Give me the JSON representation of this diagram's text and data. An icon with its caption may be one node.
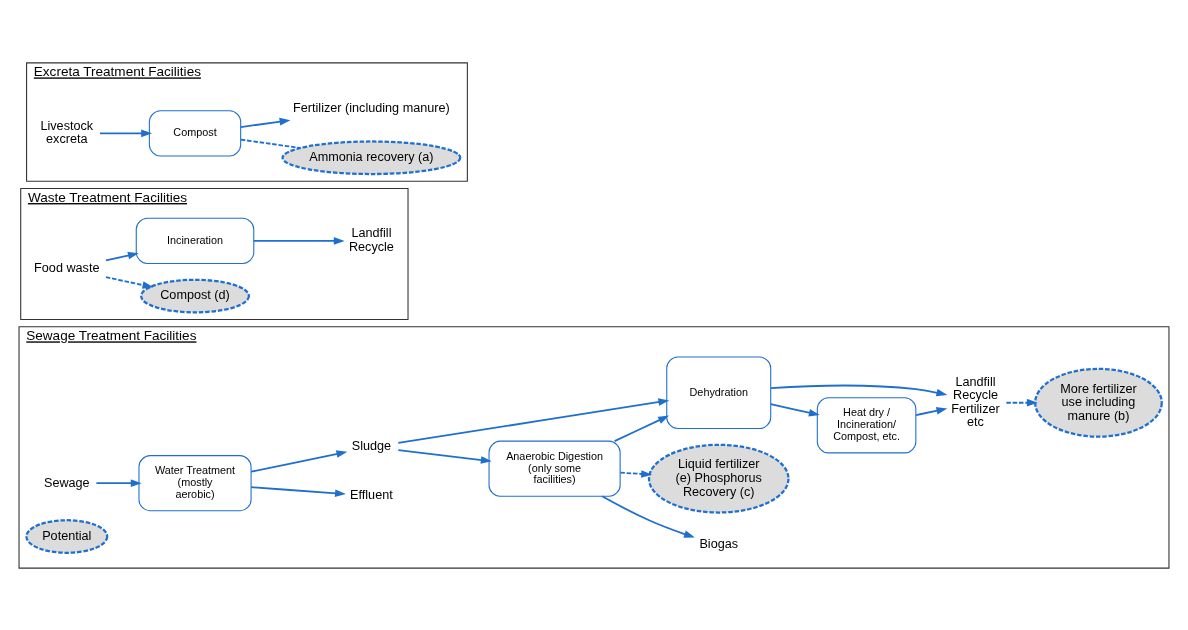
{
  "diagram": {
    "nodes": [
      {
        "text": [
          "Sewage Treatment Facilities"
        ]
      },
      {
        "text": [
          "Sewage"
        ],
        "in": 0
      },
      {
        "text": [
          "Water Treatment (mostly aerobic)"
        ],
        "in": 0
      },
      {
        "text": [
          "Effluent"
        ],
        "in": 0
      },
      {
        "text": [
          "Sludge"
        ],
        "in": 0
      },
      {
        "text": [
          "Biogas"
        ],
        "in": 0
      },
      {
        "text": [
          "Anaerobic Digestion (only some facilities)"
        ],
        "in": 0
      },
      {
        "text": [
          "Dehydration"
        ],
        "in": 0
      },
      {
        "text": [
          "Heat dry / Incineration/ Compost, etc."
        ],
        "in": 0
      },
      {
        "text": [
          "Landfill Recycle Fertilizer etc"
        ],
        "in": 0
      },
      {
        "text": [
          "Potential"
        ],
        "in": 0
      },
      {
        "text": [
          "Liquid fertilizer (e) Phosphorus Recovery (c)"
        ],
        "in": 0
      },
      {
        "text": [
          "More fertilizer use including manure (b)"
        ],
        "in": 0
      },
      {
        "text": [
          "Waste Treatment Facilities"
        ]
      },
      {
        "text": [
          "Compost (d)"
        ],
        "in": 13
      },
      {
        "text": [
          "Food waste"
        ],
        "in": 13
      },
      {
        "text": [
          "Incineration"
        ],
        "in": 13
      },
      {
        "text": [
          "Landfill Recycle"
        ],
        "in": 13
      },
      {
        "text": [
          "Excreta Treatment Facilities"
        ]
      },
      {
        "text": [
          "Ammonia recovery (a)"
        ],
        "in": 18
      },
      {
        "text": [
          "Livestock excreta"
        ],
        "in": 18
      },
      {
        "text": [
          "Compost"
        ],
        "in": 18
      },
      {
        "text": [
          "Fertilizer (including manure)"
        ],
        "in": 18
      }
    ],
    "edges": [
      {
        "from": 1,
        "to": 2,
        "arrow": "to"
      },
      {
        "from": 2,
        "to": 3,
        "arrow": "to"
      },
      {
        "from": 2,
        "to": 4,
        "arrow": "to"
      },
      {
        "from": 6,
        "to": 5,
        "arrow": "to"
      },
      {
        "from": 4,
        "to": 6,
        "arrow": "to"
      },
      {
        "from": 4,
        "to": 7,
        "arrow": "to"
      },
      {
        "from": 6,
        "to": 7,
        "arrow": "to"
      },
      {
        "from": 6,
        "to": 11,
        "arrow": "to",
        "style": "dashed"
      },
      {
        "from": 7,
        "to": 8,
        "arrow": "to"
      },
      {
        "from": 8,
        "to": 9,
        "arrow": "to"
      },
      {
        "from": 7,
        "to": 9,
        "arrow": "to"
      },
      {
        "from": 9,
        "to": 12,
        "arrow": "to",
        "style": "dashed"
      },
      {
        "from": 15,
        "to": 16,
        "arrow": "to"
      },
      {
        "from": 15,
        "to": 14,
        "arrow": "to",
        "style": "dashed"
      },
      {
        "from": 16,
        "to": 17,
        "arrow": "to"
      },
      {
        "from": 20,
        "to": 21,
        "arrow": "to"
      },
      {
        "from": 21,
        "to": 19,
        "arrow": "none",
        "style": "dashed"
      },
      {
        "from": 21,
        "to": 22,
        "arrow": "to"
      }
    ]
  }
}
